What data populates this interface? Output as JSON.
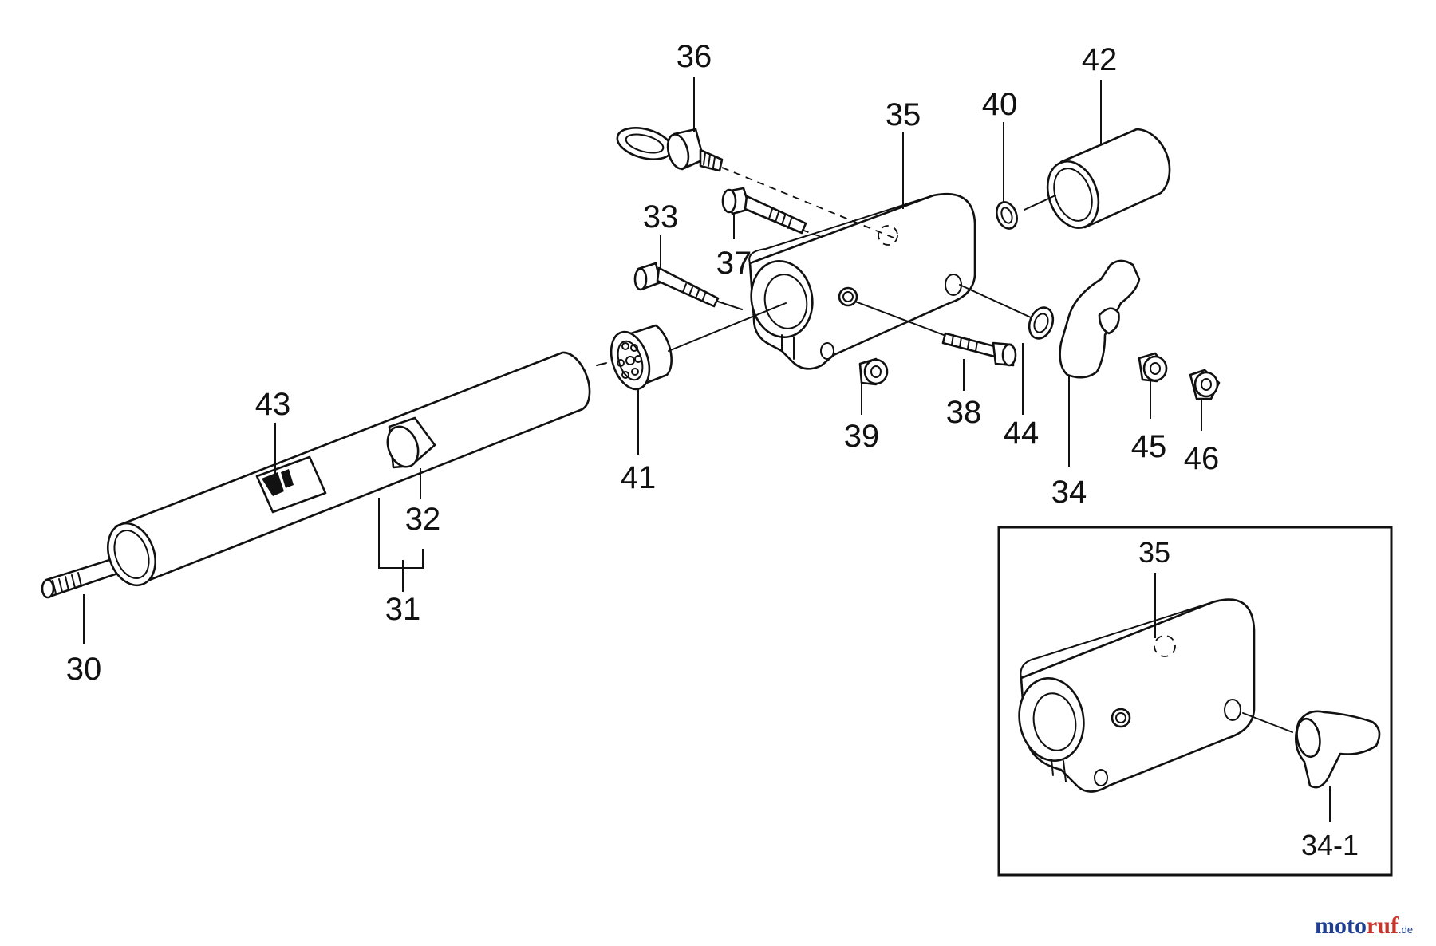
{
  "diagram": {
    "labels": {
      "p30": "30",
      "p31": "31",
      "p32": "32",
      "p33": "33",
      "p34": "34",
      "p35": "35",
      "p36": "36",
      "p37": "37",
      "p38": "38",
      "p39": "39",
      "p40": "40",
      "p41": "41",
      "p42": "42",
      "p43": "43",
      "p44": "44",
      "p45": "45",
      "p46": "46",
      "inset35": "35",
      "inset341": "34-1"
    }
  },
  "watermark": {
    "brand_a": "moto",
    "brand_b": "ruf",
    "suffix": ".de"
  }
}
